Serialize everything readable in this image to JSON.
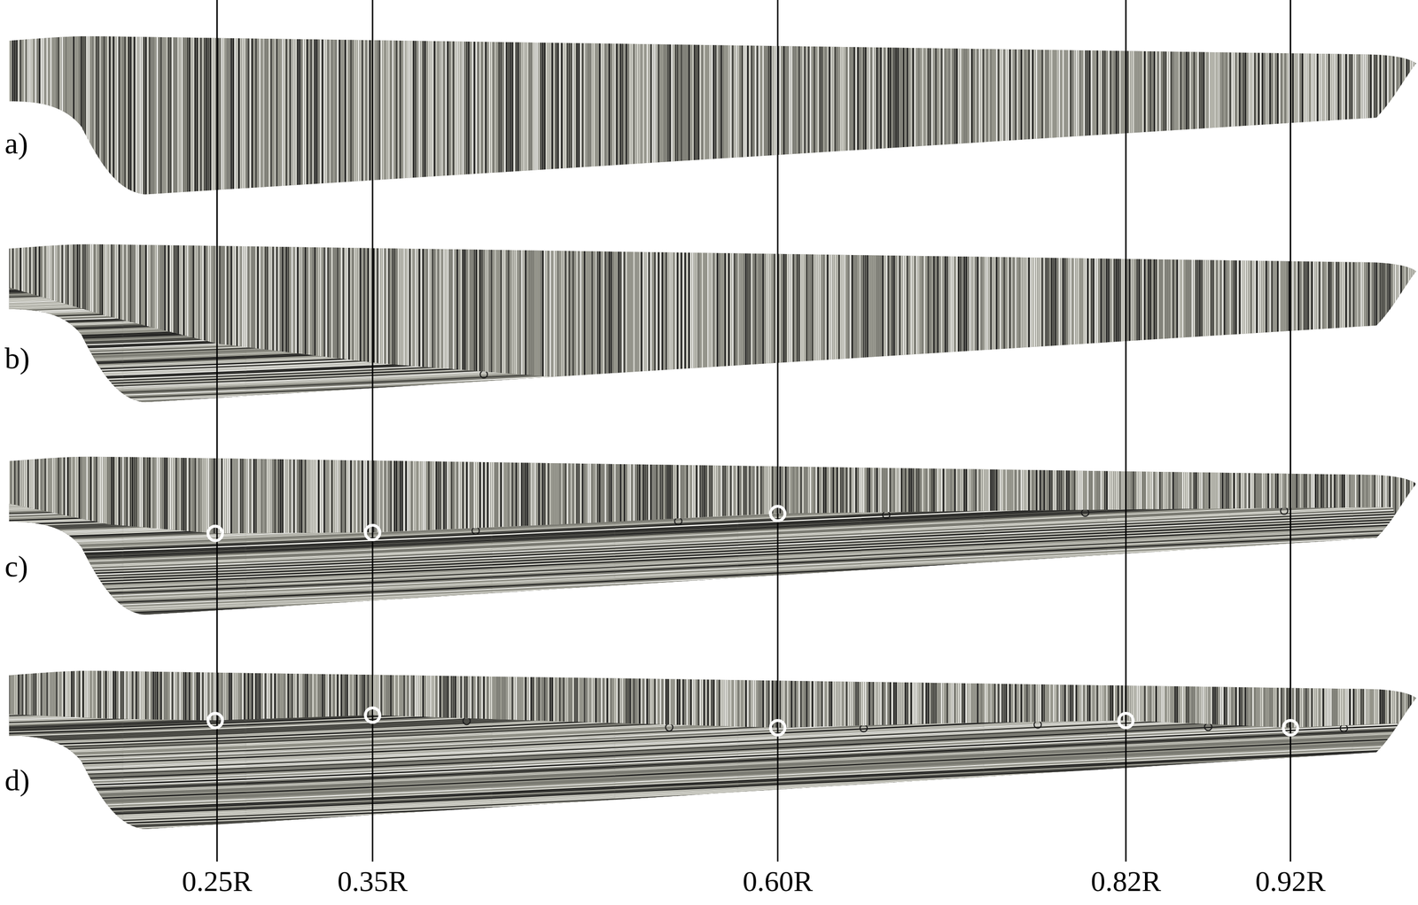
{
  "diagram": {
    "labels": [
      "a)",
      "b)",
      "c)",
      "d)",
      "0.25R",
      "0.35R",
      "0.60R",
      "0.82R",
      "0.92R"
    ]
  }
}
